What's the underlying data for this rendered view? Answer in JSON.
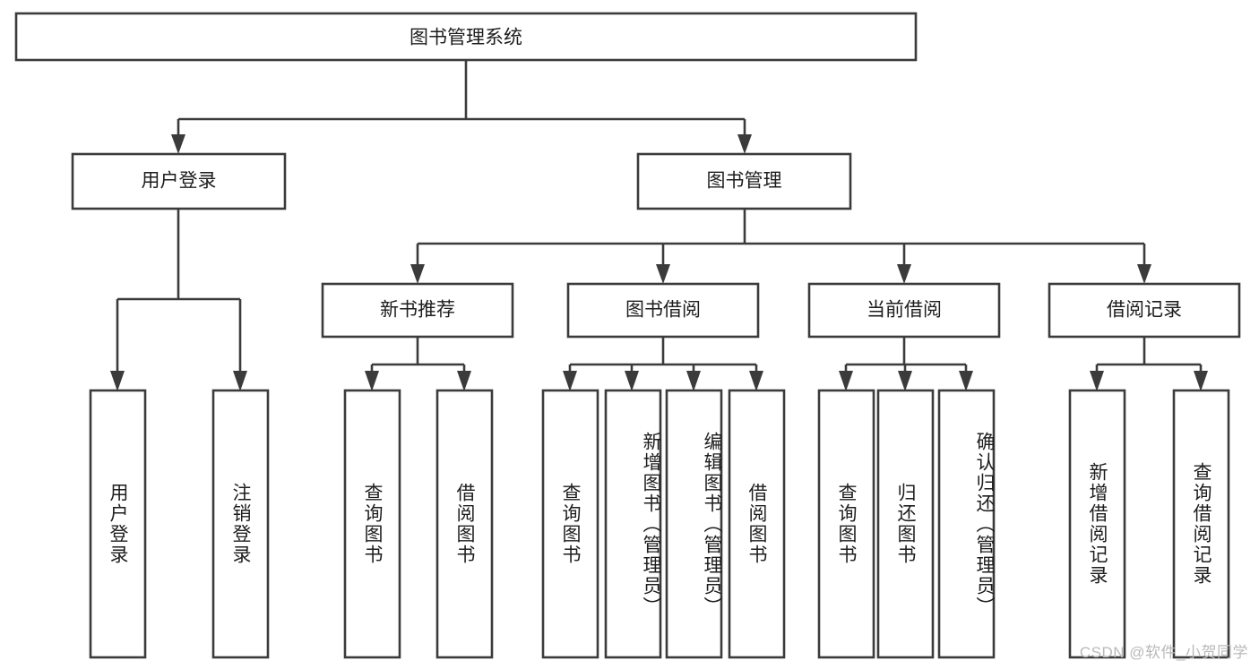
{
  "diagram": {
    "title": "图书管理系统",
    "watermark": "CSDN @软件_小贺同学",
    "levels": {
      "root": {
        "label": "图书管理系统"
      },
      "level2": [
        {
          "label": "用户登录"
        },
        {
          "label": "图书管理"
        }
      ],
      "level3": [
        {
          "label": "新书推荐"
        },
        {
          "label": "图书借阅"
        },
        {
          "label": "当前借阅"
        },
        {
          "label": "借阅记录"
        }
      ],
      "leaves": [
        {
          "label": "用户登录",
          "parent": "用户登录"
        },
        {
          "label": "注销登录",
          "parent": "用户登录"
        },
        {
          "label": "查询图书",
          "parent": "新书推荐"
        },
        {
          "label": "借阅图书",
          "parent": "新书推荐"
        },
        {
          "label": "查询图书",
          "parent": "图书借阅"
        },
        {
          "label": "新增图书（管理员）",
          "parent": "图书借阅"
        },
        {
          "label": "编辑图书（管理员）",
          "parent": "图书借阅"
        },
        {
          "label": "借阅图书",
          "parent": "图书借阅"
        },
        {
          "label": "查询图书",
          "parent": "当前借阅"
        },
        {
          "label": "归还图书",
          "parent": "当前借阅"
        },
        {
          "label": "确认归还（管理员）",
          "parent": "当前借阅"
        },
        {
          "label": "新增借阅记录",
          "parent": "借阅记录"
        },
        {
          "label": "查询借阅记录",
          "parent": "借阅记录"
        }
      ]
    },
    "colors": {
      "stroke": "#3b3b3b",
      "fill": "#ffffff",
      "text": "#1d1d1d",
      "watermark": "#b9b9b9"
    }
  }
}
